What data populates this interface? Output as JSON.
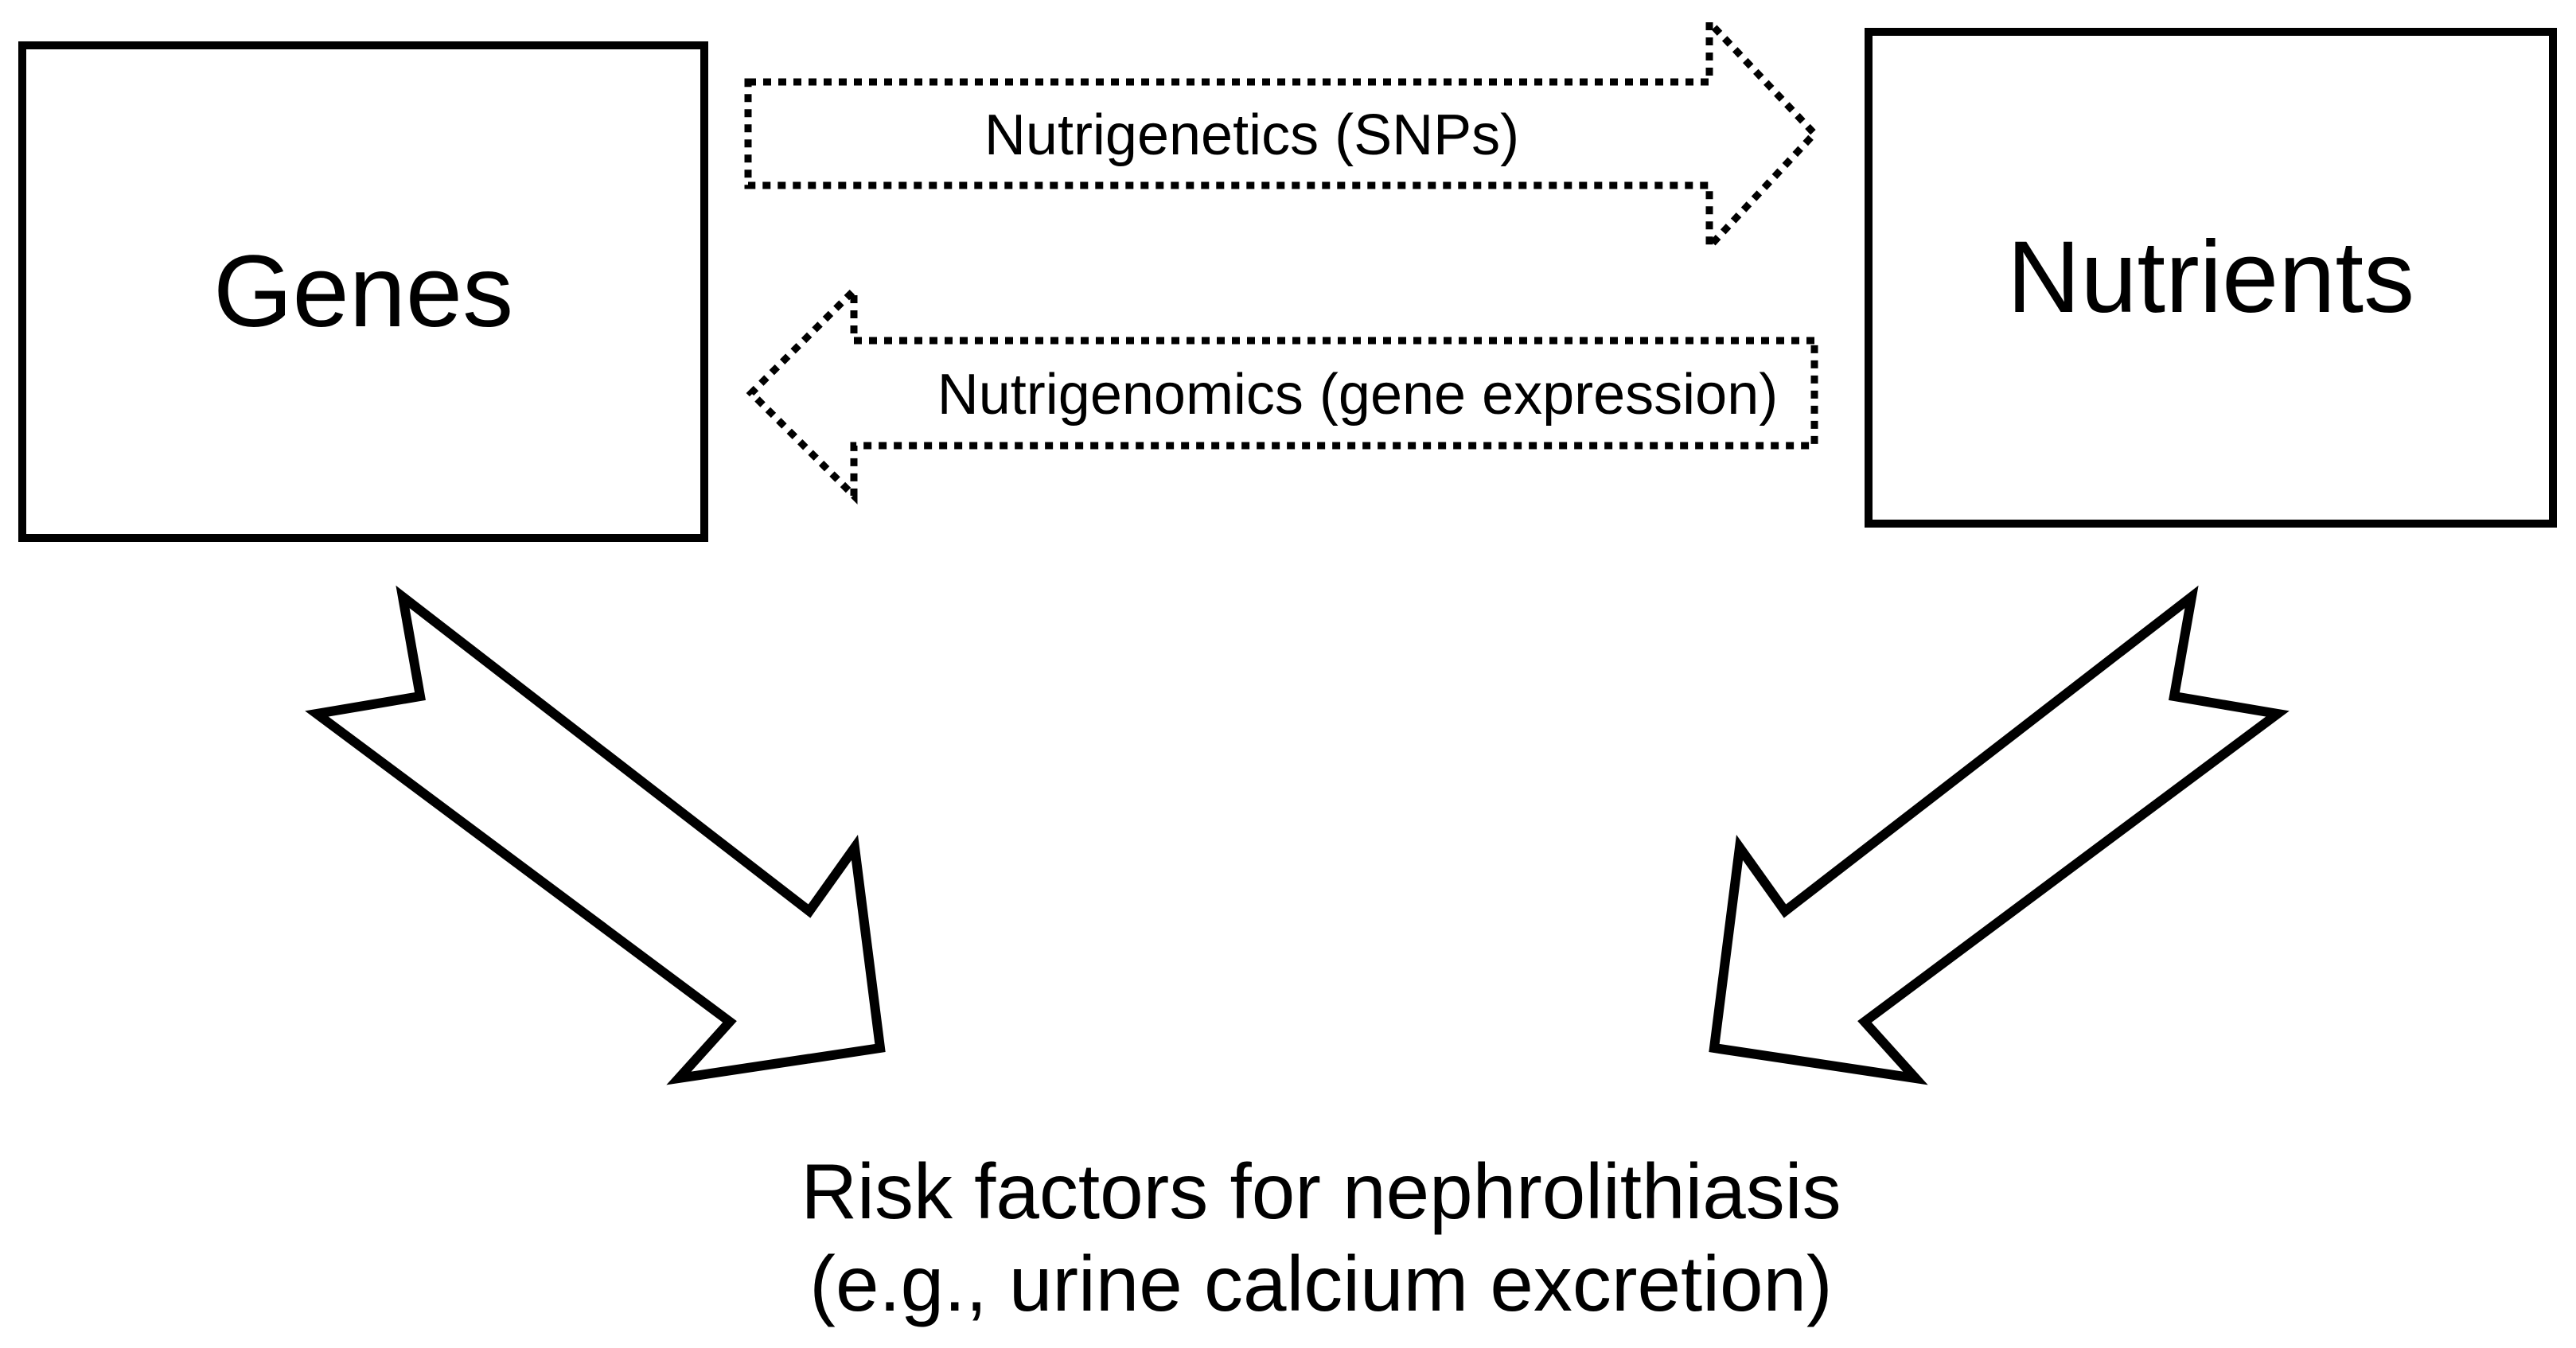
{
  "colors": {
    "line": "#000000",
    "background": "#ffffff",
    "text": "#000000"
  },
  "genes_box": {
    "label": "Genes"
  },
  "nutrients_box": {
    "label": "Nutrients"
  },
  "arrows": {
    "nutrigenetics": {
      "label": "Nutrigenetics (SNPs)"
    },
    "nutrigenomics": {
      "label": "Nutrigenomics (gene expression)"
    }
  },
  "caption": {
    "line1": "Risk factors for nephrolithiasis",
    "line2": "(e.g., urine calcium excretion)"
  }
}
